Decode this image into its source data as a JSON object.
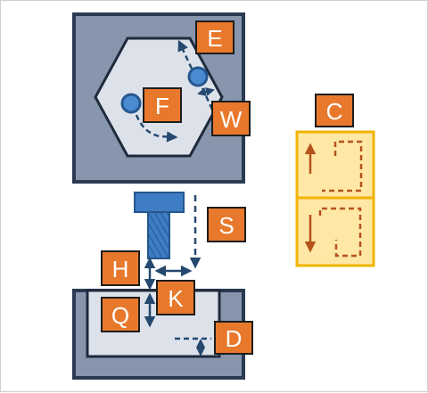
{
  "labels": {
    "e": "E",
    "f": "F",
    "w": "W",
    "c": "C",
    "s": "S",
    "h": "H",
    "k": "K",
    "q": "Q",
    "d": "D"
  },
  "colors": {
    "frame_fill": "#8795ad",
    "frame_stroke": "#2b3a52",
    "panel_fill": "#dde2ea",
    "label_fill": "#e8792c",
    "label_stroke": "#1d1d1d",
    "screw_blue": "#3e7cc3",
    "screw_dark": "#25578f",
    "arrow_blue": "#25486e",
    "legend_fill": "#ffe7a6",
    "legend_stroke": "#f2b400",
    "legend_glyph": "#b5531a"
  }
}
